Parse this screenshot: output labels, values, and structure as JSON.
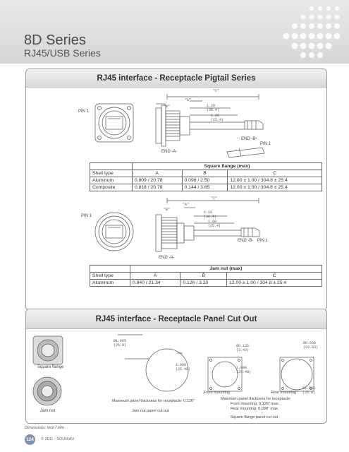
{
  "header": {
    "title": "8D Series",
    "subtitle": "RJ45/USB Series"
  },
  "pigtail": {
    "title": "RJ45 interface - Receptacle Pigtail Series",
    "drawing1": {
      "pin1_left": "PIN 1",
      "pin1_right": "PIN 1",
      "end_a": "END -A-",
      "end_b": "END -B-",
      "dims": [
        "\"C\"",
        "\"A\"",
        "\"B\"",
        "1.20",
        "(30.4)",
        "1.00",
        "(25.4)"
      ]
    },
    "table1": {
      "heading": "Square flange (max)",
      "columns": [
        "Shell type",
        "A",
        "B",
        "C"
      ],
      "rows": [
        [
          "Aluminum",
          "0.809 / 20.78",
          "0.098 / 2.50",
          "12.00 ± 1.00 / 304.8 ± 25.4"
        ],
        [
          "Composite",
          "0.818 / 20.78",
          "0.144 / 3.65",
          "12.00 ± 1.00 / 304.8 ± 25.4"
        ]
      ]
    },
    "drawing2": {
      "pin1_left": "PIN 1",
      "pin1_right": "PIN 1",
      "end_a": "END -A-",
      "end_b": "END -B-",
      "dims": [
        "\"C\"",
        "\"A\"",
        "\"B\"",
        "1.20",
        "(30.4)",
        "1.00",
        "(25.4)"
      ]
    },
    "table2": {
      "heading": "Jam nut (max)",
      "columns": [
        "Shell type",
        "A",
        "B",
        "C"
      ],
      "rows": [
        [
          "Aluminum",
          "0.840 / 21.34",
          "0.126 / 3.20",
          "12.00 ± 1.00 / 304.8 ± 25.4"
        ]
      ]
    }
  },
  "cutout": {
    "title": "RJ45 interface - Receptacle Panel Cut Out",
    "square_flange": "Square flange",
    "jam_nut": "Jam nut",
    "jam_nut_note": "Maximum panel thickness for receptacle: 0.126\"",
    "jam_nut_cut": "Jam nut panel cut out",
    "front_mounting": "Front mounting",
    "rear_mounting": "Rear mounting",
    "square_note_1": "Maximum panel thickness for receptacle:",
    "square_note_2": "Front mounting: 0.126\" max.",
    "square_note_3": "Rear mounting: 0.098\" max.",
    "square_cut": "Square flange panel cut out",
    "dims": [
      "Ø1.065",
      "(26.0)",
      "1.000",
      "(25.40)",
      "Ø0.135",
      "(3.43)",
      "1.000",
      "(25.40)",
      "Ø0.938",
      "(23.83)",
      "Ø1.065",
      "(26.0)"
    ]
  },
  "footer": {
    "note": "Dimensions: Inch / mm",
    "page": "124",
    "copyright": "© 2011 - SOURIAU"
  },
  "colors": {
    "page_badge": "#7f8fae",
    "header_band": "#dcdcdc"
  }
}
